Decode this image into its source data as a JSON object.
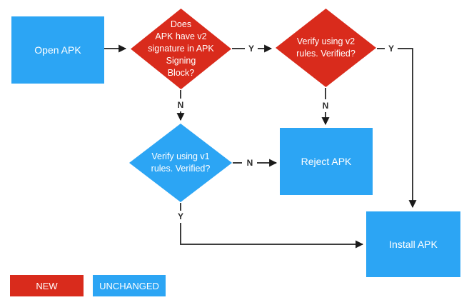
{
  "nodes": {
    "open_apk": "Open APK",
    "has_v2_signature": "Does\nAPK have v2\nsignature in APK\nSigning\nBlock?",
    "verify_v2": "Verify using v2\nrules. Verified?",
    "verify_v1": "Verify using v1\nrules. Verified?",
    "reject_apk": "Reject APK",
    "install_apk": "Install APK"
  },
  "edge_labels": {
    "has_v2_yes": "Y",
    "v2_verified_yes": "Y",
    "has_v2_no": "N",
    "v2_verified_no": "N",
    "v1_verified_no": "N",
    "v1_verified_yes": "Y"
  },
  "legend": {
    "new_label": "NEW",
    "unchanged_label": "UNCHANGED"
  },
  "colors": {
    "new-red": "#D92B1C",
    "unchanged-blue": "#2CA5F4",
    "line": "#3C3C3C",
    "label-text": "#2B2B2B",
    "node-text": "#FFFFFF",
    "background": "#FFFFFF"
  }
}
